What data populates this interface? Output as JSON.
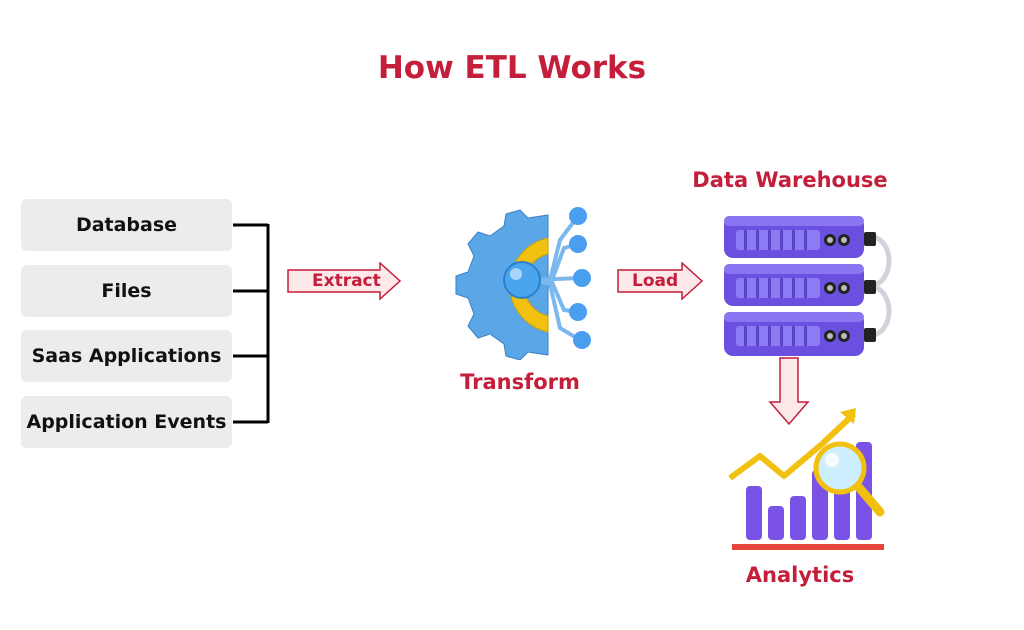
{
  "title": "How ETL Works",
  "sources": [
    "Database",
    "Files",
    "Saas Applications",
    "Application Events"
  ],
  "steps": {
    "extract": "Extract",
    "transform": "Transform",
    "load": "Load",
    "warehouse": "Data Warehouse",
    "analytics": "Analytics"
  },
  "colors": {
    "accent": "#c41e3a",
    "box": "#ececec",
    "server": "#6a4fe0",
    "gear": "#5aa6e6",
    "gold": "#f2c10f"
  }
}
